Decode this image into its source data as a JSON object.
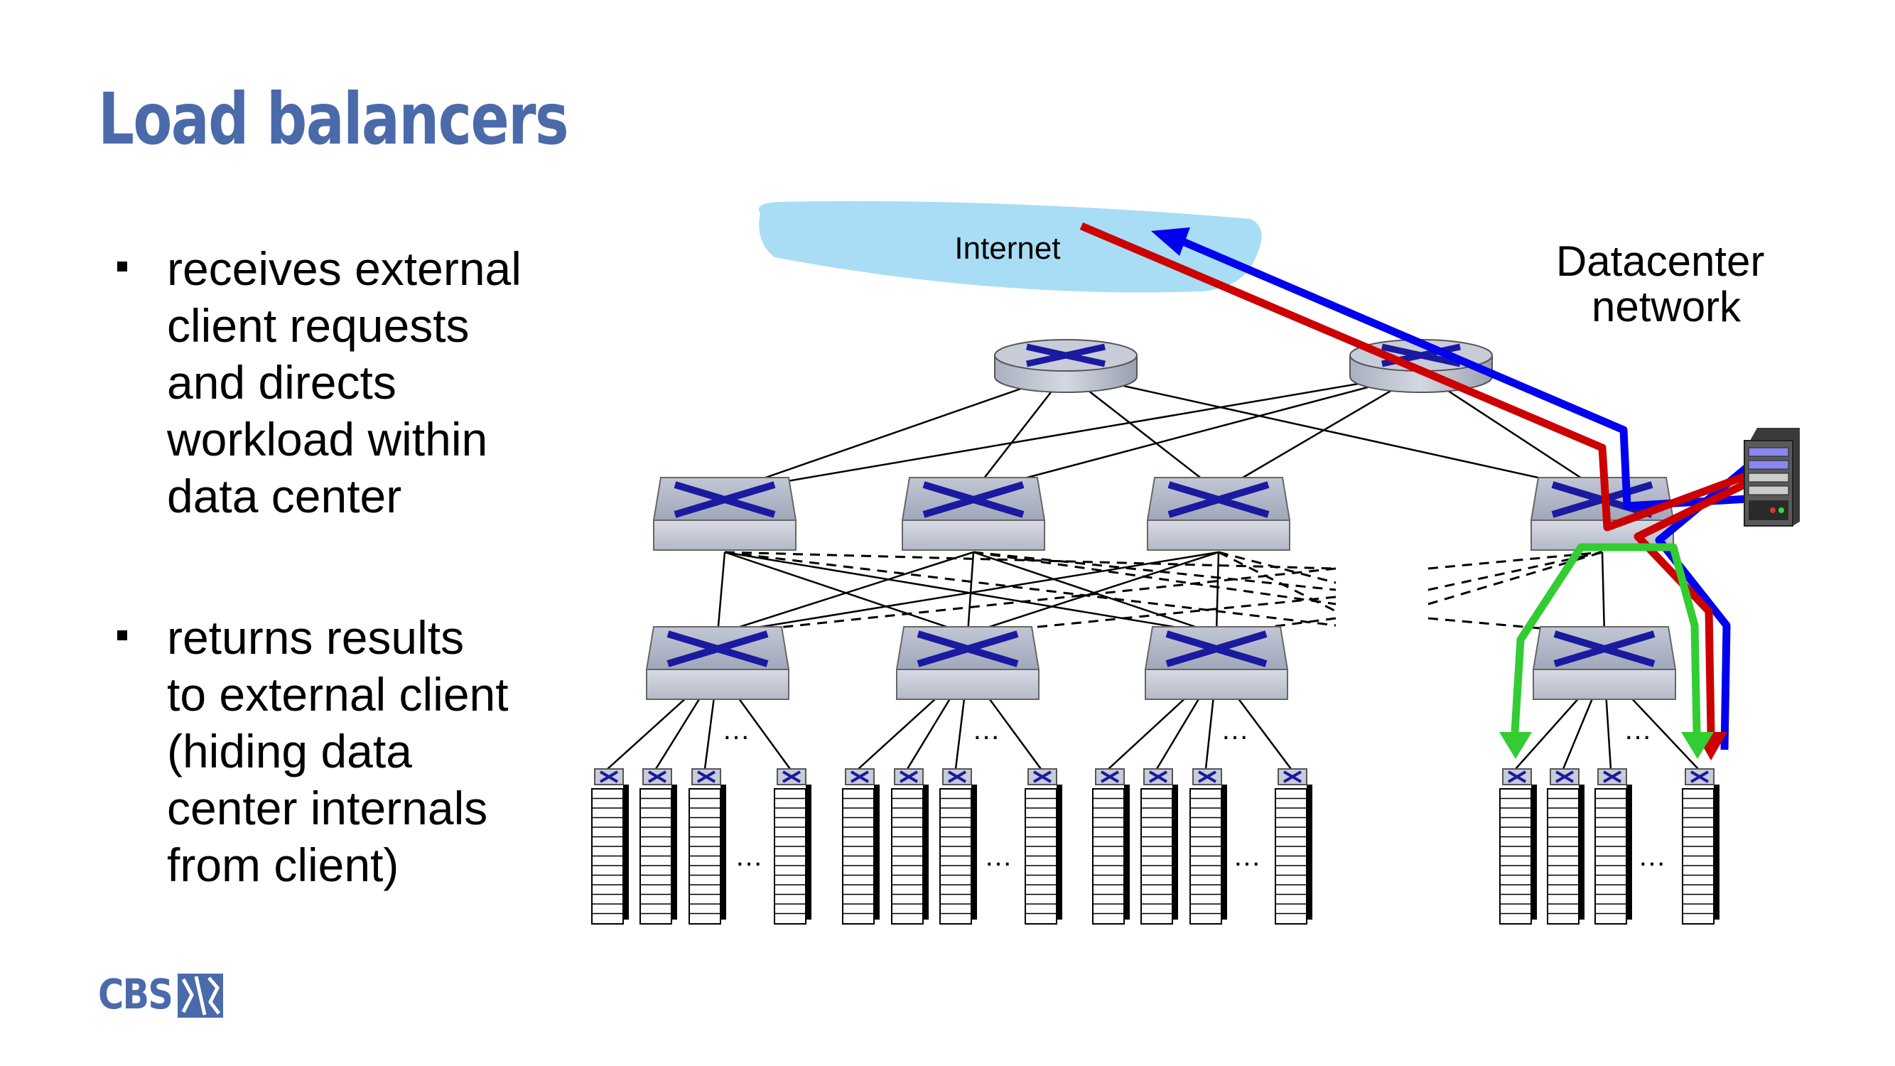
{
  "slide": {
    "title": "Load balancers",
    "bullets": [
      {
        "lines": [
          "receives external",
          "client requests",
          "and directs",
          "workload within",
          "data center"
        ]
      },
      {
        "lines": [
          "returns results",
          "to external client",
          "(hiding data",
          "center internals",
          "from client)"
        ]
      }
    ]
  },
  "diagram": {
    "internet_label": "Internet",
    "datacenter_label_lines": [
      "Datacenter",
      "network"
    ],
    "ellipsis": "…",
    "colors": {
      "cloud": "#a8ddf5",
      "device": "#1a1aa0",
      "request_path": "#cc0000",
      "response_path": "#0000ee",
      "distribution_path": "#33cc33"
    }
  },
  "logo": {
    "text": "CBS"
  }
}
